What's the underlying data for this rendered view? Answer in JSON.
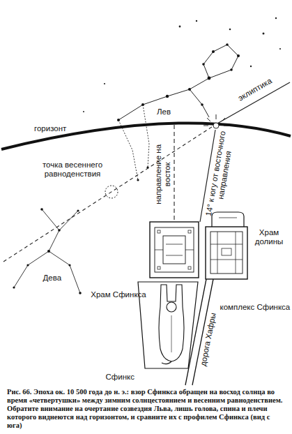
{
  "diagram": {
    "caption": "Рис. 66. Эпоха ок. 10 500 года до н. э.: взор Сфинкса обращен на восход солнца во время «четвертушки» между зимним солнцестоянием и весенним равноденствием. Обратите внимание на очертание созвездия Льва, лишь голова, спина и плечи которого виднеются над горизонтом, и сравните их с профилем Сфинкса (вид с юга)",
    "labels": [
      "горизонт",
      "Лев",
      "эклиптика",
      "точка весеннего равноденствия",
      "направление на восток",
      "14° к югу от восточного направления",
      "Дева",
      "Храм Сфинкса",
      "Храм долины",
      "комплекс Сфинкса",
      "Сфинкс",
      "дорога Хафры"
    ]
  }
}
